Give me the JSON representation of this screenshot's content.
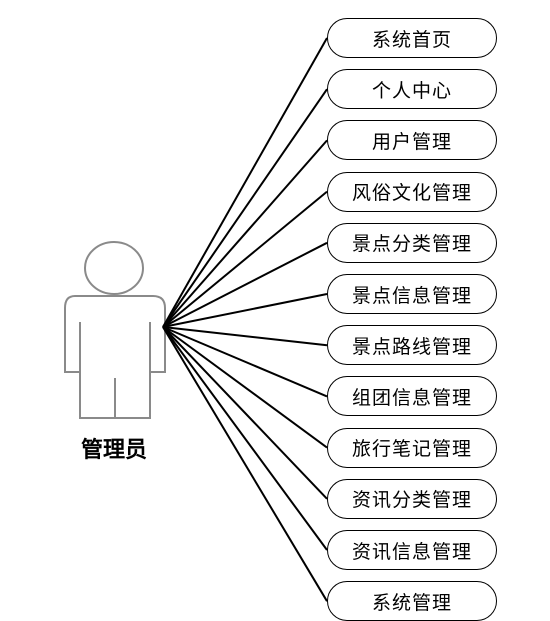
{
  "actor": {
    "label": "管理员",
    "icon": "person-icon"
  },
  "use_cases": [
    {
      "label": "系统首页"
    },
    {
      "label": "个人中心"
    },
    {
      "label": "用户管理"
    },
    {
      "label": "风俗文化管理"
    },
    {
      "label": "景点分类管理"
    },
    {
      "label": "景点信息管理"
    },
    {
      "label": "景点路线管理"
    },
    {
      "label": "组团信息管理"
    },
    {
      "label": "旅行笔记管理"
    },
    {
      "label": "资讯分类管理"
    },
    {
      "label": "资讯信息管理"
    },
    {
      "label": "系统管理"
    }
  ],
  "colors": {
    "line": "#000000",
    "actor_outline": "#8a8a8a"
  }
}
